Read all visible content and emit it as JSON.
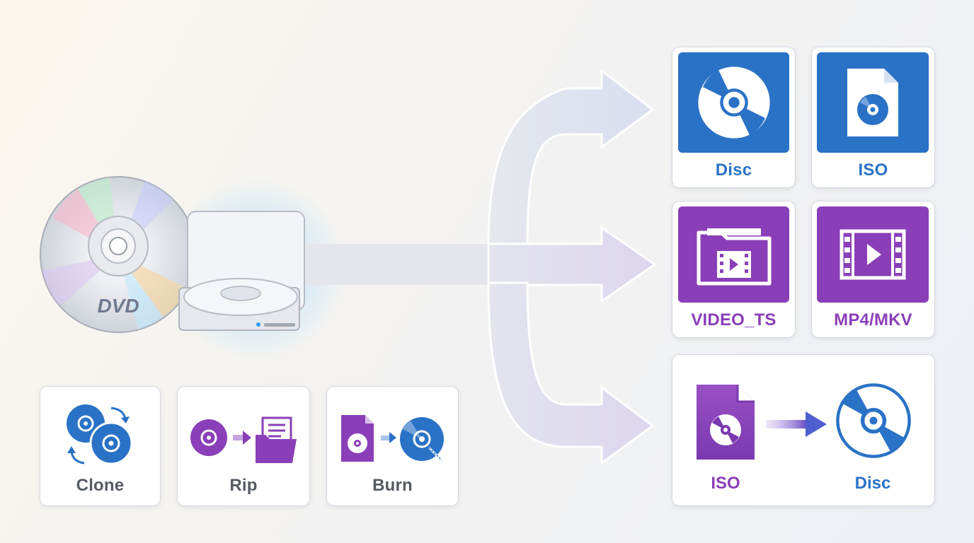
{
  "source": {
    "disc_label": "DVD"
  },
  "outputs": {
    "disc": {
      "label": "Disc",
      "icon": "disc-icon"
    },
    "iso": {
      "label": "ISO",
      "icon": "iso-file-icon"
    },
    "video_ts": {
      "label": "VIDEO_TS",
      "icon": "video-folder-icon"
    },
    "mp4_mkv": {
      "label": "MP4/MKV",
      "icon": "film-play-icon"
    },
    "burn_flow": {
      "from_label": "ISO",
      "to_label": "Disc"
    }
  },
  "modes": [
    {
      "label": "Clone",
      "icon": "clone-discs-icon"
    },
    {
      "label": "Rip",
      "icon": "rip-to-folder-icon"
    },
    {
      "label": "Burn",
      "icon": "burn-to-disc-icon"
    }
  ],
  "colors": {
    "blue": "#2a72c6",
    "purple": "#8a3fb8",
    "gray_text": "#555a63",
    "arrow_fill": "#dde3ee",
    "arrow_stroke": "#ffffff"
  }
}
